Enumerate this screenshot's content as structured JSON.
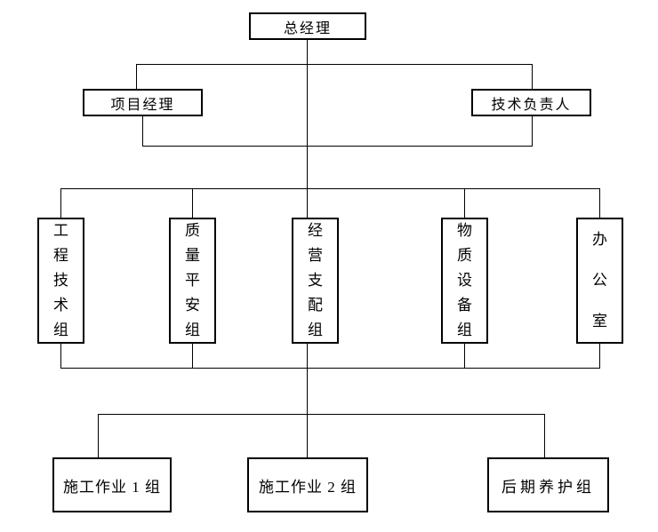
{
  "diagram_type": "organization-chart",
  "colors": {
    "line": "#000000",
    "background": "#ffffff",
    "text": "#000000"
  },
  "nodes": {
    "general_manager": {
      "label": "总经理"
    },
    "project_manager": {
      "label": "项目经理"
    },
    "technical_director": {
      "label": "技术负责人"
    },
    "engineering_tech_group": {
      "label": "工程技术组"
    },
    "quality_safety_group": {
      "label": "质量平安组"
    },
    "operation_dispatch_group": {
      "label": "经营支配组"
    },
    "material_equipment_group": {
      "label": "物质设备组"
    },
    "office": {
      "label": "办公室"
    },
    "construction_team_1": {
      "label": "施工作业 1 组"
    },
    "construction_team_2": {
      "label": "施工作业 2 组"
    },
    "late_maintenance_group": {
      "label": "后期养护组"
    }
  },
  "hierarchy": [
    {
      "level": 1,
      "members": [
        "总经理"
      ]
    },
    {
      "level": 2,
      "members": [
        "项目经理",
        "技术负责人"
      ]
    },
    {
      "level": 3,
      "members": [
        "工程技术组",
        "质量平安组",
        "经营支配组",
        "物质设备组",
        "办公室"
      ]
    },
    {
      "level": 4,
      "members": [
        "施工作业 1 组",
        "施工作业 2 组",
        "后期养护组"
      ]
    }
  ]
}
